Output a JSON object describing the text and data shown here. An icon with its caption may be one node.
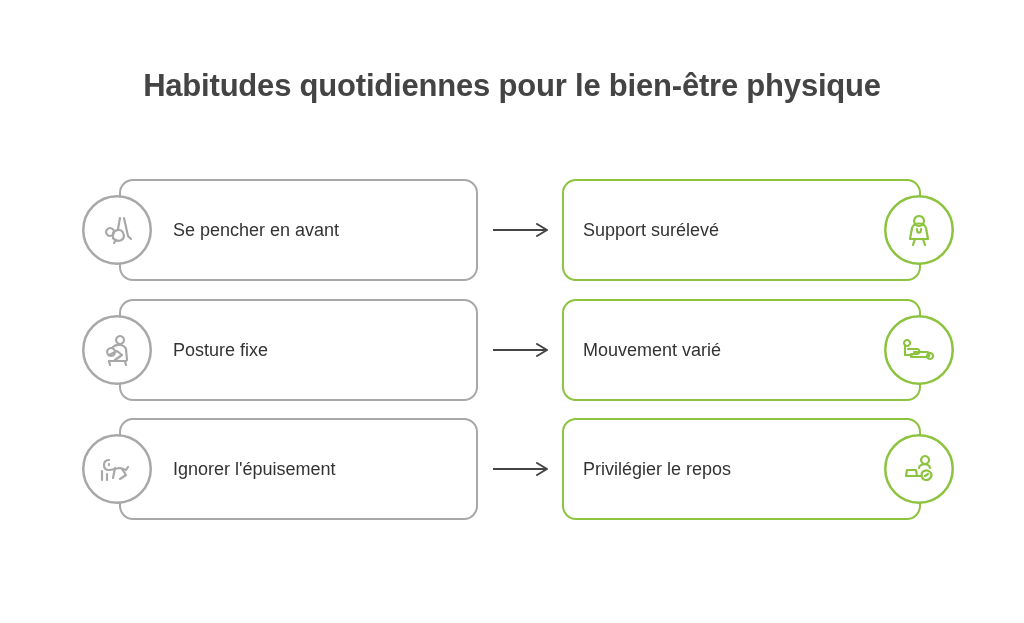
{
  "diagram": {
    "title": "Habitudes quotidiennes pour le bien-être physique",
    "nodes": [
      {
        "text": [
          "Se pencher en avant"
        ]
      },
      {
        "text": [
          "Support surélevé"
        ]
      },
      {
        "text": [
          "Posture fixe"
        ]
      },
      {
        "text": [
          "Mouvement varié"
        ]
      },
      {
        "text": [
          "Ignorer l'épuisement"
        ]
      },
      {
        "text": [
          "Privilégier le repos"
        ]
      }
    ],
    "edges": [
      {
        "from": 0,
        "to": 1,
        "arrow": "to"
      },
      {
        "from": 2,
        "to": 3,
        "arrow": "to"
      },
      {
        "from": 4,
        "to": 5,
        "arrow": "to"
      }
    ]
  }
}
